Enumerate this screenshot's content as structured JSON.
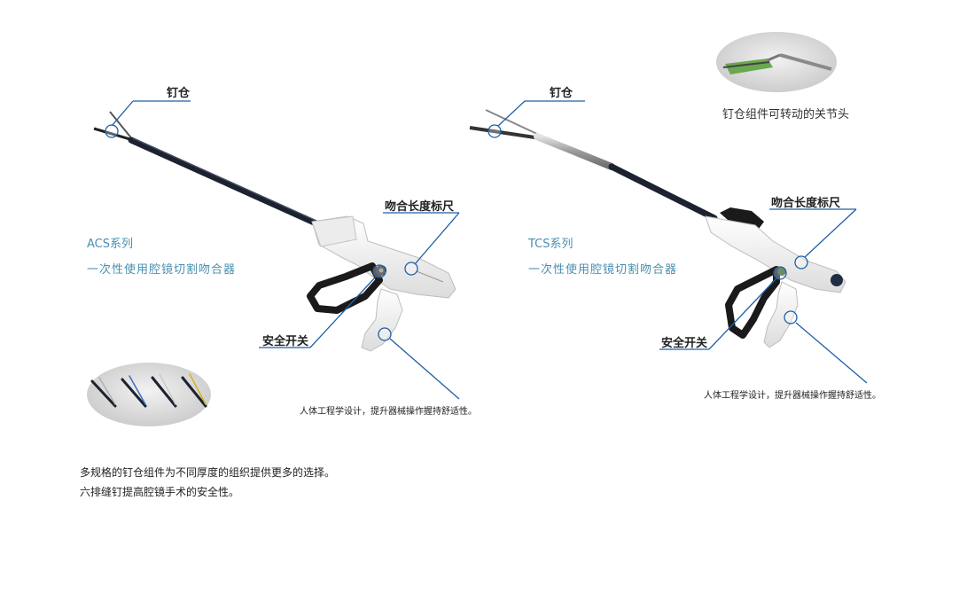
{
  "left_product": {
    "series_name": "ACS系列",
    "series_desc": "一次性使用腔镜切割吻合器",
    "label_cartridge": "钉仓",
    "label_ruler": "吻合长度标尺",
    "label_safety": "安全开关",
    "note_ergonomic": "人体工程学设计，提升器械操作握持舒适性。"
  },
  "right_product": {
    "series_name": "TCS系列",
    "series_desc": "一次性使用腔镜切割吻合器",
    "label_cartridge": "钉仓",
    "label_ruler": "吻合长度标尺",
    "label_safety": "安全开关",
    "note_ergonomic": "人体工程学设计，提升器械操作握持舒适性。",
    "inset_caption": "钉仓组件可转动的关节头"
  },
  "footer": {
    "line1": "多规格的钉仓组件为不同厚度的组织提供更多的选择。",
    "line2": "六排缝钉提高腔镜手术的安全性。"
  },
  "colors": {
    "callout": "#1f5fa6",
    "series_text": "#4a8fb0",
    "shaft": "#1c2230",
    "body": "#f4f4f2"
  }
}
